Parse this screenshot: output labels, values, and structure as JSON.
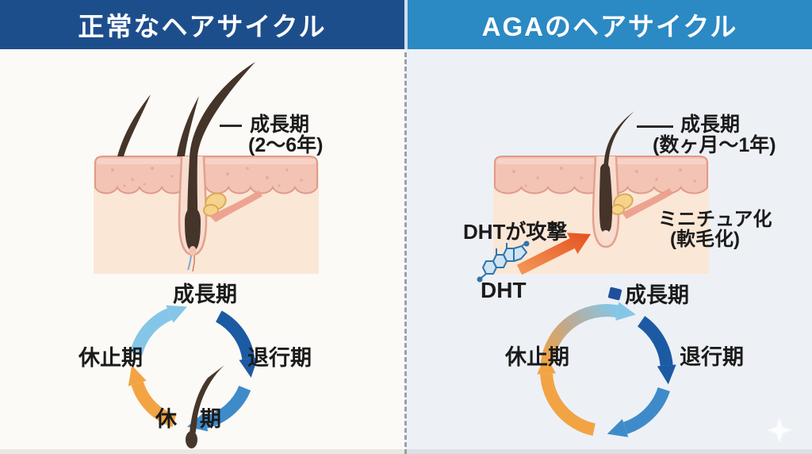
{
  "left_panel": {
    "title": "正常なヘアサイクル",
    "follicle_label": {
      "name": "成長期",
      "duration": "(2〜6年)"
    },
    "cycle": {
      "top": "成長期",
      "right": "退行期",
      "left": "休止期",
      "bottom_prefix": "休",
      "bottom_suffix": "期"
    }
  },
  "right_panel": {
    "title": "AGAのヘアサイクル",
    "follicle_label": {
      "name": "成長期",
      "duration": "(数ヶ月〜1年)"
    },
    "dht": {
      "attack_label": "DHTが攻撃",
      "molecule_label": "DHT"
    },
    "miniaturization": {
      "label": "ミニチュア化",
      "sub_label": "(軟毛化)"
    },
    "cycle": {
      "top": "成長期",
      "right": "退行期",
      "left": "休止期"
    }
  },
  "colors": {
    "header_left_bg": "#1d4e8c",
    "header_right_bg": "#2b89c4",
    "panel_left_bg": "#fcfaf6",
    "panel_right_bg": "#edf1f6",
    "arrow_dark_blue": "#1d5aa4",
    "arrow_mid_blue": "#3f8bc9",
    "arrow_light_blue": "#85c6e8",
    "arrow_orange": "#f2a445",
    "attack_arrow_orange": "#e85f28",
    "dht_molecule_blue": "#2f74ad",
    "skin_epidermis": "#f3c3b4",
    "skin_dermis": "#fbe7d6",
    "hair_brown": "#45342a"
  }
}
